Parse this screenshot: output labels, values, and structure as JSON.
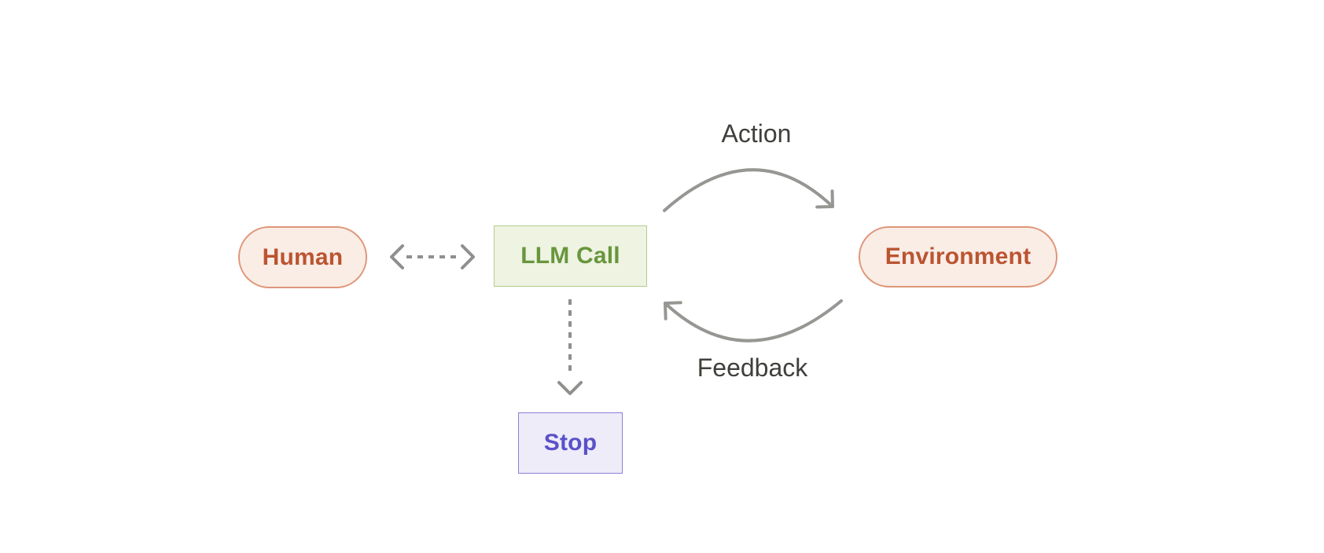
{
  "diagram": {
    "type": "flow-diagram",
    "background": "#ffffff",
    "arrow_color": "#969693",
    "edge_label_color": "#3f3f3b",
    "nodes": [
      {
        "id": "human",
        "label": "Human",
        "shape": "pill",
        "text_color": "#bb5431",
        "fill": "#f9ede6",
        "border": "#df9678"
      },
      {
        "id": "llm-call",
        "label": "LLM Call",
        "shape": "rect",
        "text_color": "#68963c",
        "fill": "#eef3e2",
        "border": "#b4cb8e"
      },
      {
        "id": "environment",
        "label": "Environment",
        "shape": "pill",
        "text_color": "#bb5431",
        "fill": "#f9ede6",
        "border": "#df9678"
      },
      {
        "id": "stop",
        "label": "Stop",
        "shape": "rect",
        "text_color": "#5a50c8",
        "fill": "#edecf8",
        "border": "#8a80d8"
      }
    ],
    "edges": [
      {
        "from": "llm-call",
        "to": "environment",
        "label": "Action",
        "style": "solid-curved-arrow"
      },
      {
        "from": "environment",
        "to": "llm-call",
        "label": "Feedback",
        "style": "solid-curved-arrow"
      },
      {
        "from": "human",
        "to": "llm-call",
        "label": "",
        "style": "dashed-double-headed-arrow"
      },
      {
        "from": "llm-call",
        "to": "stop",
        "label": "",
        "style": "dashed-arrow"
      }
    ]
  }
}
